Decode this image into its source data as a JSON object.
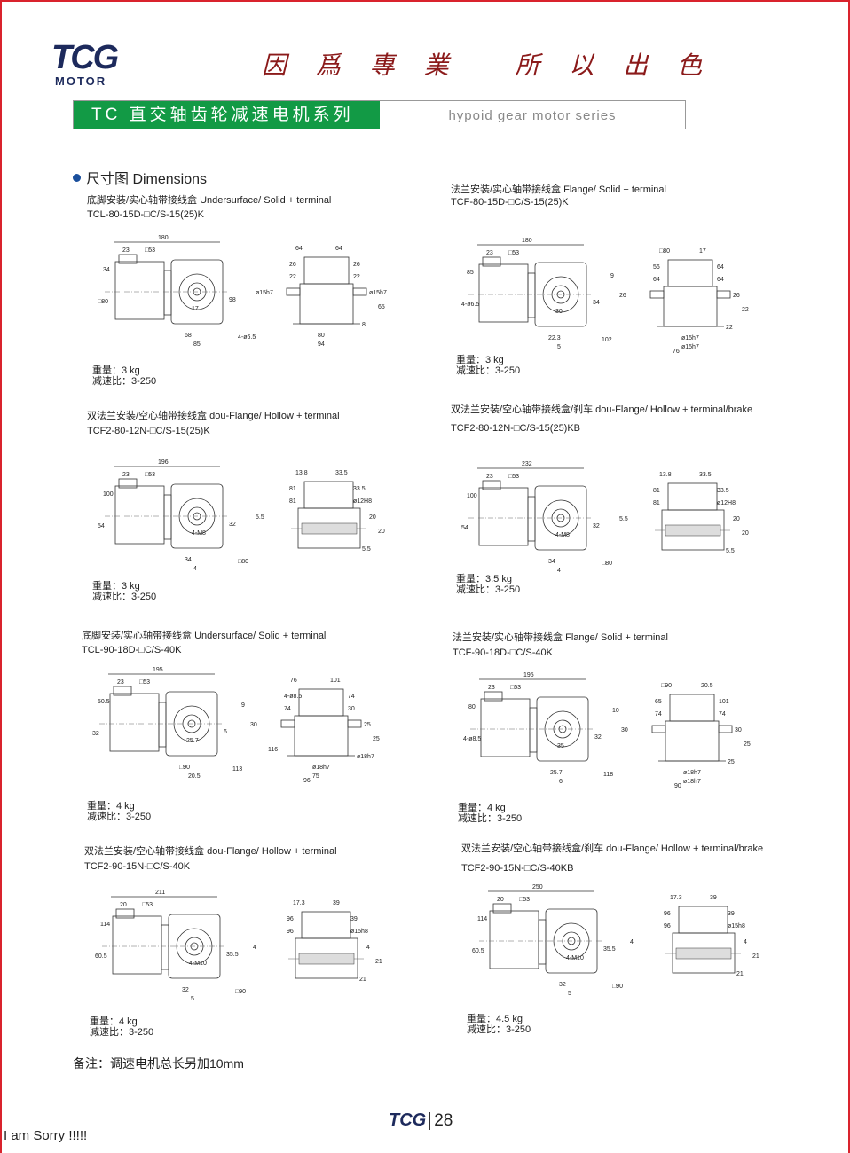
{
  "header": {
    "logo": "TCG",
    "logo_sub": "MOTOR",
    "slogan": "因 爲 專 業   所 以 出 色",
    "banner_cn": "TC 直交轴齿轮减速电机系列",
    "banner_en": "hypoid gear motor series"
  },
  "section": "尺寸图  Dimensions",
  "panels": [
    {
      "title": "底脚安装/实心轴带接线盒   Undersurface/ Solid + terminal",
      "model": "TCL-80-15D-□C/S-15(25)K",
      "weight": "重量：3 kg",
      "ratio": "减速比：3-250",
      "dims": [
        "180",
        "23",
        "□53",
        "34",
        "□80",
        "98",
        "17",
        "68",
        "85",
        "4-ø6.5",
        "64",
        "64",
        "26",
        "26",
        "22",
        "22",
        "ø15h7",
        "ø15h7",
        "65",
        "8",
        "80",
        "94"
      ]
    },
    {
      "title": "法兰安装/实心轴带接线盒   Flange/ Solid + terminal",
      "model": "TCF-80-15D-□C/S-15(25)K",
      "weight": "重量：3 kg",
      "ratio": "减速比：3-250",
      "dims": [
        "180",
        "23",
        "□53",
        "85",
        "4-ø6.5",
        "34",
        "30",
        "22.3",
        "5",
        "102",
        "□80",
        "17",
        "56",
        "64",
        "64",
        "64",
        "26",
        "26",
        "22",
        "22",
        "ø15h7",
        "ø15h7",
        "9",
        "76"
      ]
    },
    {
      "title": "双法兰安装/空心轴带接线盒   dou-Flange/ Hollow + terminal",
      "model": "TCF2-80-12N-□C/S-15(25)K",
      "weight": "重量：3 kg",
      "ratio": "减速比：3-250",
      "dims": [
        "196",
        "23",
        "□53",
        "100",
        "54",
        "32",
        "4-M8",
        "34",
        "4",
        "□80",
        "13.8",
        "33.5",
        "81",
        "33.5",
        "81",
        "ø12H8",
        "5.5",
        "20",
        "20",
        "5.5"
      ]
    },
    {
      "title": "双法兰安装/空心轴带接线盒/刹车   dou-Flange/ Hollow + terminal/brake",
      "model": "TCF2-80-12N-□C/S-15(25)KB",
      "weight": "重量：3.5 kg",
      "ratio": "减速比：3-250",
      "dims": [
        "232",
        "23",
        "□53",
        "100",
        "54",
        "32",
        "4-M8",
        "34",
        "4",
        "□80",
        "13.8",
        "33.5",
        "81",
        "33.5",
        "81",
        "ø12H8",
        "5.5",
        "20",
        "20",
        "5.5"
      ]
    },
    {
      "title": "底脚安装/实心轴带接线盒   Undersurface/ Solid + terminal",
      "model": "TCL-90-18D-□C/S-40K",
      "weight": "重量：4 kg",
      "ratio": "减速比：3-250",
      "dims": [
        "195",
        "23",
        "□53",
        "50.5",
        "32",
        "6",
        "25.7",
        "□90",
        "20.5",
        "113",
        "76",
        "101",
        "4-ø8.5",
        "74",
        "74",
        "30",
        "30",
        "25",
        "25",
        "ø18h7",
        "ø18h7",
        "75",
        "9",
        "96",
        "116"
      ]
    },
    {
      "title": "法兰安装/实心轴带接线盒   Flange/ Solid + terminal",
      "model": "TCF-90-18D-□C/S-40K",
      "weight": "重量：4 kg",
      "ratio": "减速比：3-250",
      "dims": [
        "195",
        "23",
        "□53",
        "80",
        "4-ø8.5",
        "32",
        "35",
        "25.7",
        "6",
        "118",
        "□90",
        "20.5",
        "65",
        "101",
        "74",
        "74",
        "30",
        "30",
        "25",
        "25",
        "ø18h7",
        "ø18h7",
        "10",
        "90"
      ]
    },
    {
      "title": "双法兰安装/空心轴带接线盒   dou-Flange/ Hollow + terminal",
      "model": "TCF2-90-15N-□C/S-40K",
      "weight": "重量：4 kg",
      "ratio": "减速比：3-250",
      "dims": [
        "211",
        "20",
        "□53",
        "114",
        "60.5",
        "35.5",
        "4-M10",
        "32",
        "5",
        "□90",
        "17.3",
        "39",
        "96",
        "39",
        "96",
        "ø15h8",
        "4",
        "4",
        "21",
        "21"
      ]
    },
    {
      "title": "双法兰安装/空心轴带接线盒/刹车   dou-Flange/ Hollow + terminal/brake",
      "model": "TCF2-90-15N-□C/S-40KB",
      "weight": "重量：4.5 kg",
      "ratio": "减速比：3-250",
      "dims": [
        "250",
        "20",
        "□53",
        "114",
        "60.5",
        "35.5",
        "4-M10",
        "32",
        "5",
        "□90",
        "17.3",
        "39",
        "96",
        "39",
        "96",
        "ø15h8",
        "4",
        "4",
        "21",
        "21"
      ]
    }
  ],
  "note": "备注：调速电机总长另加10mm",
  "footer": {
    "logo": "TCG",
    "page": "28"
  },
  "caption": "I am Sorry !!!!!"
}
